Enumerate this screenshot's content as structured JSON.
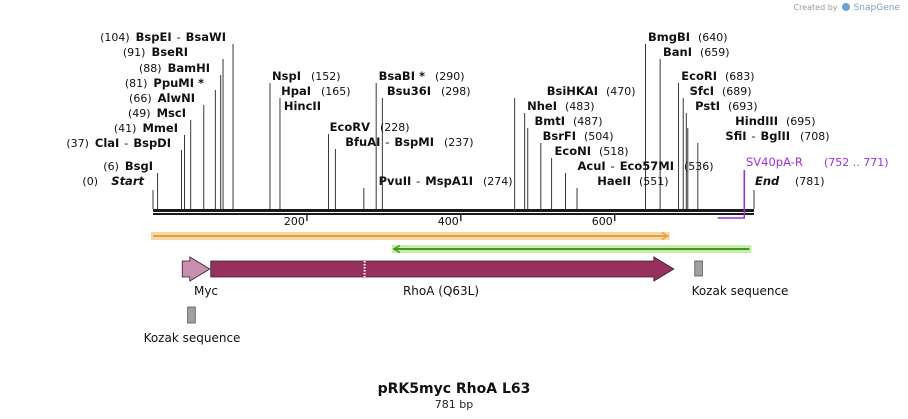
{
  "credit": {
    "prefix": "Created by",
    "brand": "SnapGene"
  },
  "title": "pRK5myc RhoA L63",
  "length_label": "781 bp",
  "sequence_length": 781,
  "ruler": {
    "ticks": [
      {
        "pos": 200,
        "label": "200"
      },
      {
        "pos": 400,
        "label": "400"
      },
      {
        "pos": 600,
        "label": "600"
      }
    ]
  },
  "ends": {
    "start": {
      "pos": 0,
      "pos_label": "(0)",
      "label": "Start"
    },
    "end": {
      "pos": 781,
      "pos_label": "(781)",
      "label": "End"
    }
  },
  "sites": [
    {
      "pos": 104,
      "pos_label": "(104)",
      "names": [
        "BspEI",
        "BsaWI"
      ]
    },
    {
      "pos": 91,
      "pos_label": "(91)",
      "names": [
        "BseRI"
      ]
    },
    {
      "pos": 88,
      "pos_label": "(88)",
      "names": [
        "BamHI"
      ]
    },
    {
      "pos": 81,
      "pos_label": "(81)",
      "names": [
        "PpuMI *"
      ]
    },
    {
      "pos": 66,
      "pos_label": "(66)",
      "names": [
        "AlwNI"
      ]
    },
    {
      "pos": 49,
      "pos_label": "(49)",
      "names": [
        "MscI"
      ]
    },
    {
      "pos": 41,
      "pos_label": "(41)",
      "names": [
        "MmeI"
      ]
    },
    {
      "pos": 37,
      "pos_label": "(37)",
      "names": [
        "ClaI",
        "BspDI"
      ]
    },
    {
      "pos": 6,
      "pos_label": "(6)",
      "names": [
        "BsgI"
      ]
    },
    {
      "pos": 152,
      "pos_label": "(152)",
      "names": [
        "NspI"
      ]
    },
    {
      "pos": 165,
      "pos_label": "(165)",
      "names": [
        "HpaI"
      ]
    },
    {
      "pos": 165,
      "pos_label": "",
      "names": [
        "HincII"
      ]
    },
    {
      "pos": 228,
      "pos_label": "(228)",
      "names": [
        "EcoRV"
      ]
    },
    {
      "pos": 237,
      "pos_label": "(237)",
      "names": [
        "BfuAI",
        "BspMI"
      ]
    },
    {
      "pos": 290,
      "pos_label": "(290)",
      "names": [
        "BsaBI *"
      ]
    },
    {
      "pos": 298,
      "pos_label": "(298)",
      "names": [
        "Bsu36I"
      ]
    },
    {
      "pos": 274,
      "pos_label": "(274)",
      "names": [
        "PvuII",
        "MspA1I"
      ]
    },
    {
      "pos": 470,
      "pos_label": "(470)",
      "names": [
        "BsiHKAI"
      ]
    },
    {
      "pos": 483,
      "pos_label": "(483)",
      "names": [
        "NheI"
      ]
    },
    {
      "pos": 487,
      "pos_label": "(487)",
      "names": [
        "BmtI"
      ]
    },
    {
      "pos": 504,
      "pos_label": "(504)",
      "names": [
        "BsrFI"
      ]
    },
    {
      "pos": 518,
      "pos_label": "(518)",
      "names": [
        "EcoNI"
      ]
    },
    {
      "pos": 536,
      "pos_label": "(536)",
      "names": [
        "AcuI",
        "Eco57MI"
      ]
    },
    {
      "pos": 551,
      "pos_label": "(551)",
      "names": [
        "HaeII"
      ]
    },
    {
      "pos": 640,
      "pos_label": "(640)",
      "names": [
        "BmgBI"
      ]
    },
    {
      "pos": 659,
      "pos_label": "(659)",
      "names": [
        "BanI"
      ]
    },
    {
      "pos": 683,
      "pos_label": "(683)",
      "names": [
        "EcoRI"
      ]
    },
    {
      "pos": 689,
      "pos_label": "(689)",
      "names": [
        "SfcI"
      ]
    },
    {
      "pos": 693,
      "pos_label": "(693)",
      "names": [
        "PstI"
      ]
    },
    {
      "pos": 695,
      "pos_label": "(695)",
      "names": [
        "HindIII"
      ]
    },
    {
      "pos": 708,
      "pos_label": "(708)",
      "names": [
        "SfiI",
        "BglII"
      ]
    }
  ],
  "primer": {
    "name": "SV40pA-R",
    "range": "(752 .. 771)",
    "start": 752,
    "end": 771,
    "color": "#9b30d9"
  },
  "orf_bars": [
    {
      "start": 0,
      "end": 669,
      "direction": "forward",
      "color": "#e8a13a",
      "outline": "#f3d9a8"
    },
    {
      "start": 313,
      "end": 775,
      "direction": "reverse",
      "color": "#3f9a1a",
      "outline": "#c8ecb0"
    }
  ],
  "features": [
    {
      "name": "Myc",
      "start": 38,
      "end": 66,
      "kind": "arrow",
      "color": "#c98fae"
    },
    {
      "name": "RhoA (Q63L)",
      "start": 75,
      "end": 669,
      "kind": "arrow",
      "color": "#98305d",
      "break_at": 275
    },
    {
      "name": "Kozak sequence",
      "start": 704,
      "end": 714,
      "kind": "box",
      "color": "#a0a0a0"
    },
    {
      "name": "Kozak sequence",
      "start": 45,
      "end": 55,
      "kind": "box",
      "color": "#a0a0a0"
    }
  ]
}
